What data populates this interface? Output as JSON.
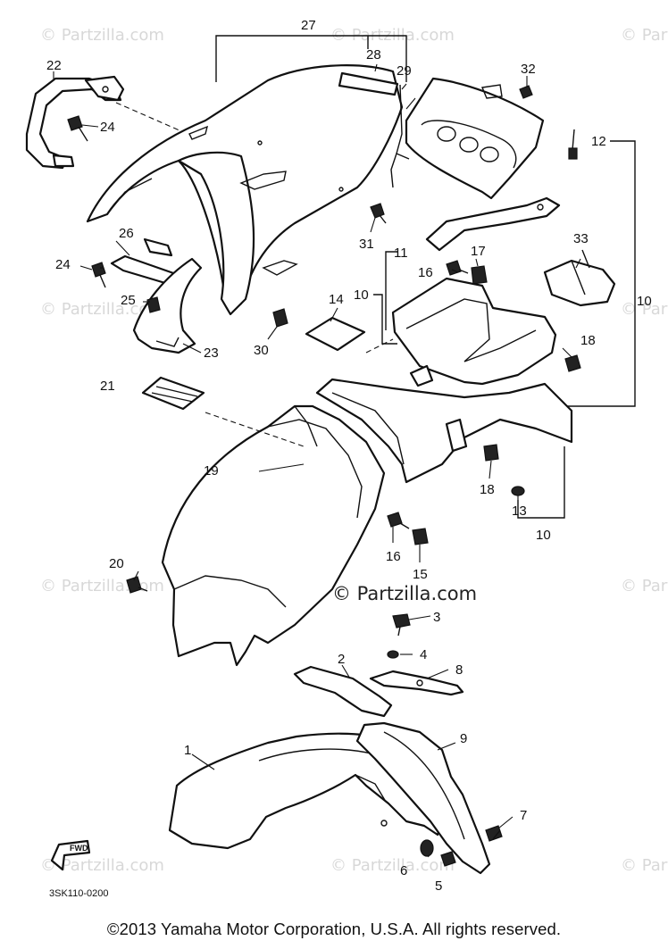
{
  "watermark": {
    "text": "© Partzilla.com",
    "main_text": "© Partzilla.com"
  },
  "diagram_code": "3SK110-0200",
  "fwd_label": "FWD",
  "copyright": "©2013  Yamaha Motor Corporation, U.S.A. All rights reserved.",
  "callouts": {
    "c1": "1",
    "c2": "2",
    "c3": "3",
    "c4": "4",
    "c5": "5",
    "c6": "6",
    "c7": "7",
    "c8": "8",
    "c9": "9",
    "c10a": "10",
    "c10b": "10",
    "c10c": "10",
    "c11": "11",
    "c12": "12",
    "c13": "13",
    "c14": "14",
    "c15": "15",
    "c16a": "16",
    "c16b": "16",
    "c17": "17",
    "c18a": "18",
    "c18b": "18",
    "c19": "19",
    "c20": "20",
    "c21": "21",
    "c22": "22",
    "c23": "23",
    "c24a": "24",
    "c24b": "24",
    "c25": "25",
    "c26": "26",
    "c27": "27",
    "c28": "28",
    "c29": "29",
    "c30": "30",
    "c31": "31",
    "c32": "32",
    "c33": "33"
  }
}
